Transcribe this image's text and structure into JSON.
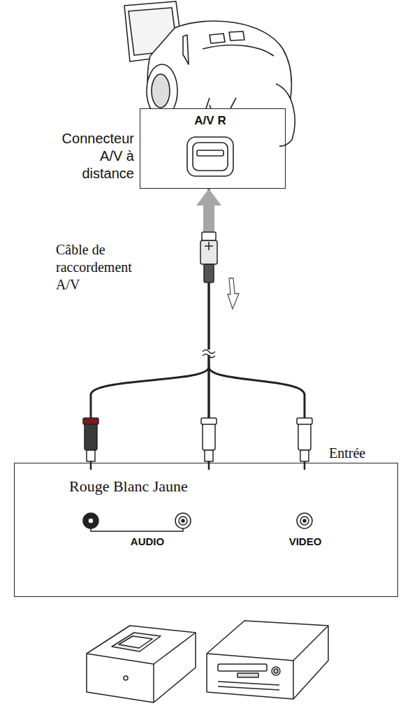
{
  "diagram": {
    "nodes": [
      {
        "text": [
          "A/V R"
        ]
      },
      {
        "text": [
          "Entrée",
          "Rouge Blanc Jaune",
          "AUDIO",
          "VIDEO"
        ]
      }
    ],
    "edges": [
      {
        "from": 1,
        "to": 0,
        "arrow": "to"
      }
    ],
    "labels": [
      "Connecteur A/V à distance",
      "Câble de raccordement A/V"
    ]
  }
}
